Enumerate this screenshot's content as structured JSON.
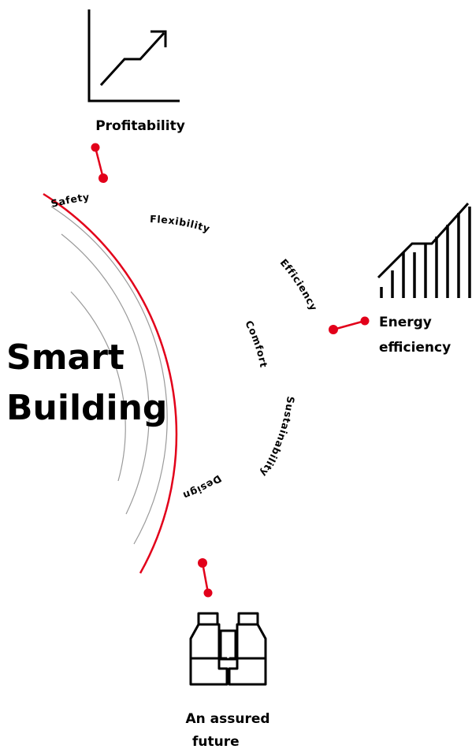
{
  "title": {
    "line1": "Smart",
    "line2": "Building"
  },
  "callouts": {
    "profitability": "Profitability",
    "energy_line1": "Energy",
    "energy_line2": "efficiency",
    "future_line1": "An assured",
    "future_line2": "future"
  },
  "arc_labels": {
    "safety": "Safety",
    "flexibility": "Flexibility",
    "efficiency": "Efficiency",
    "comfort": "Comfort",
    "sustainability": "Sustainability",
    "design": "Design"
  },
  "icons": {
    "profitability": "line-chart-up-icon",
    "energy": "bar-chart-up-icon",
    "future": "binoculars-icon"
  },
  "colors": {
    "accent": "#e2001a",
    "ring": "#9a9a9a",
    "text": "#000000"
  }
}
